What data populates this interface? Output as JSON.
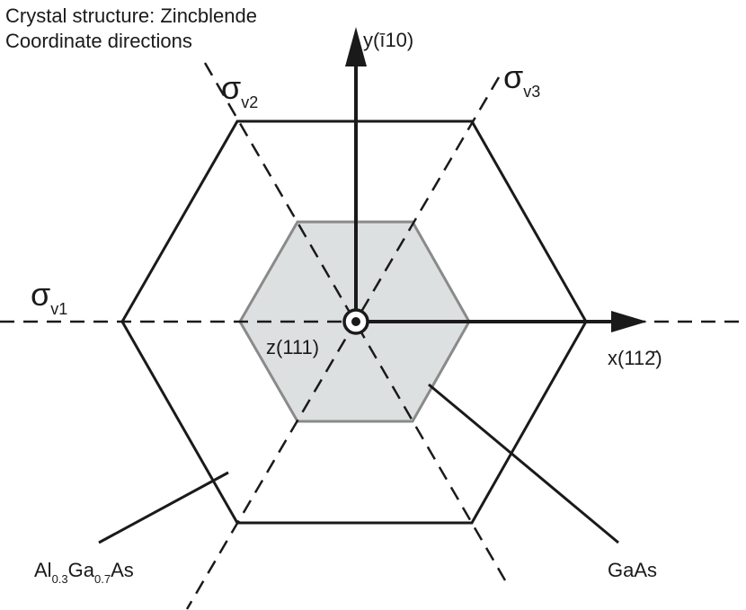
{
  "title": "Crystal structure: Zincblende",
  "subtitle": "Coordinate directions",
  "axes": {
    "y": "y(ī10)",
    "x": "x(112̄)",
    "z": "z(111)"
  },
  "planes": [
    {
      "symbol": "σ",
      "sub": "v1"
    },
    {
      "symbol": "σ",
      "sub": "v2"
    },
    {
      "symbol": "σ",
      "sub": "v3"
    }
  ],
  "materials": {
    "outer_main": "Al",
    "outer_sub1": "0.3",
    "outer_mid": "Ga",
    "outer_sub2": "0.7",
    "outer_end": "As",
    "inner": "GaAs"
  },
  "colors": {
    "line": "#1a1a1a",
    "inner_fill": "#dde0e0",
    "inner_stroke": "#8a8a8a"
  }
}
